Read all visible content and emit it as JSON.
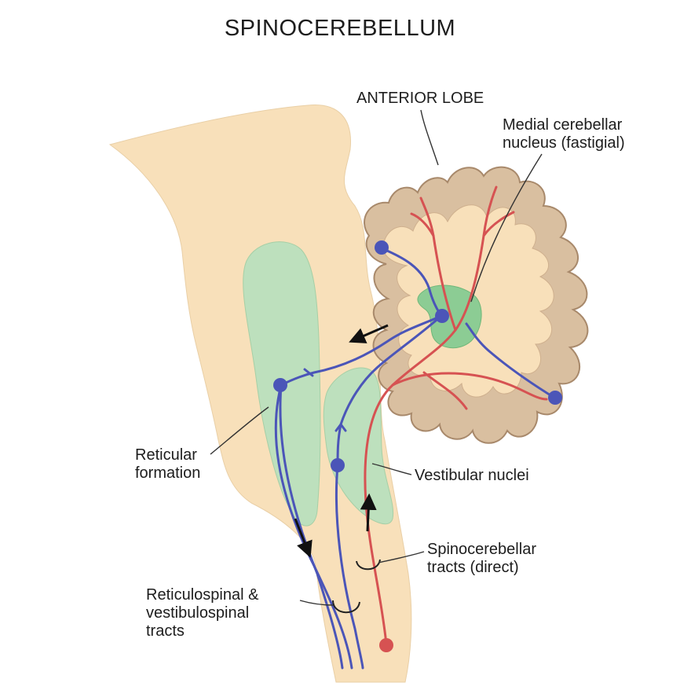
{
  "title": "SPINOCEREBELLUM",
  "labels": {
    "anterior_lobe": "ANTERIOR LOBE",
    "medial_nucleus": {
      "line1": "Medial cerebellar",
      "line2": "nucleus (fastigial)"
    },
    "reticular_formation": {
      "line1": "Reticular",
      "line2": "formation"
    },
    "vestibular_nuclei": "Vestibular nuclei",
    "spinocerebellar_tracts": {
      "line1": "Spinocerebellar",
      "line2": "tracts (direct)"
    },
    "reticulospinal_tracts": {
      "line1": "Reticulospinal &",
      "line2": "vestibulospinal",
      "line3": "tracts"
    }
  },
  "colors": {
    "brainstem": "#f8e0ba",
    "cortex": "#d9bfa0",
    "cortex_outline": "#a8896b",
    "nucleus_green": "#8ccc94",
    "region_green": "#bde0bd",
    "efferent_blue": "#4b55b8",
    "afferent_red": "#d65252",
    "arrow": "#111111"
  }
}
